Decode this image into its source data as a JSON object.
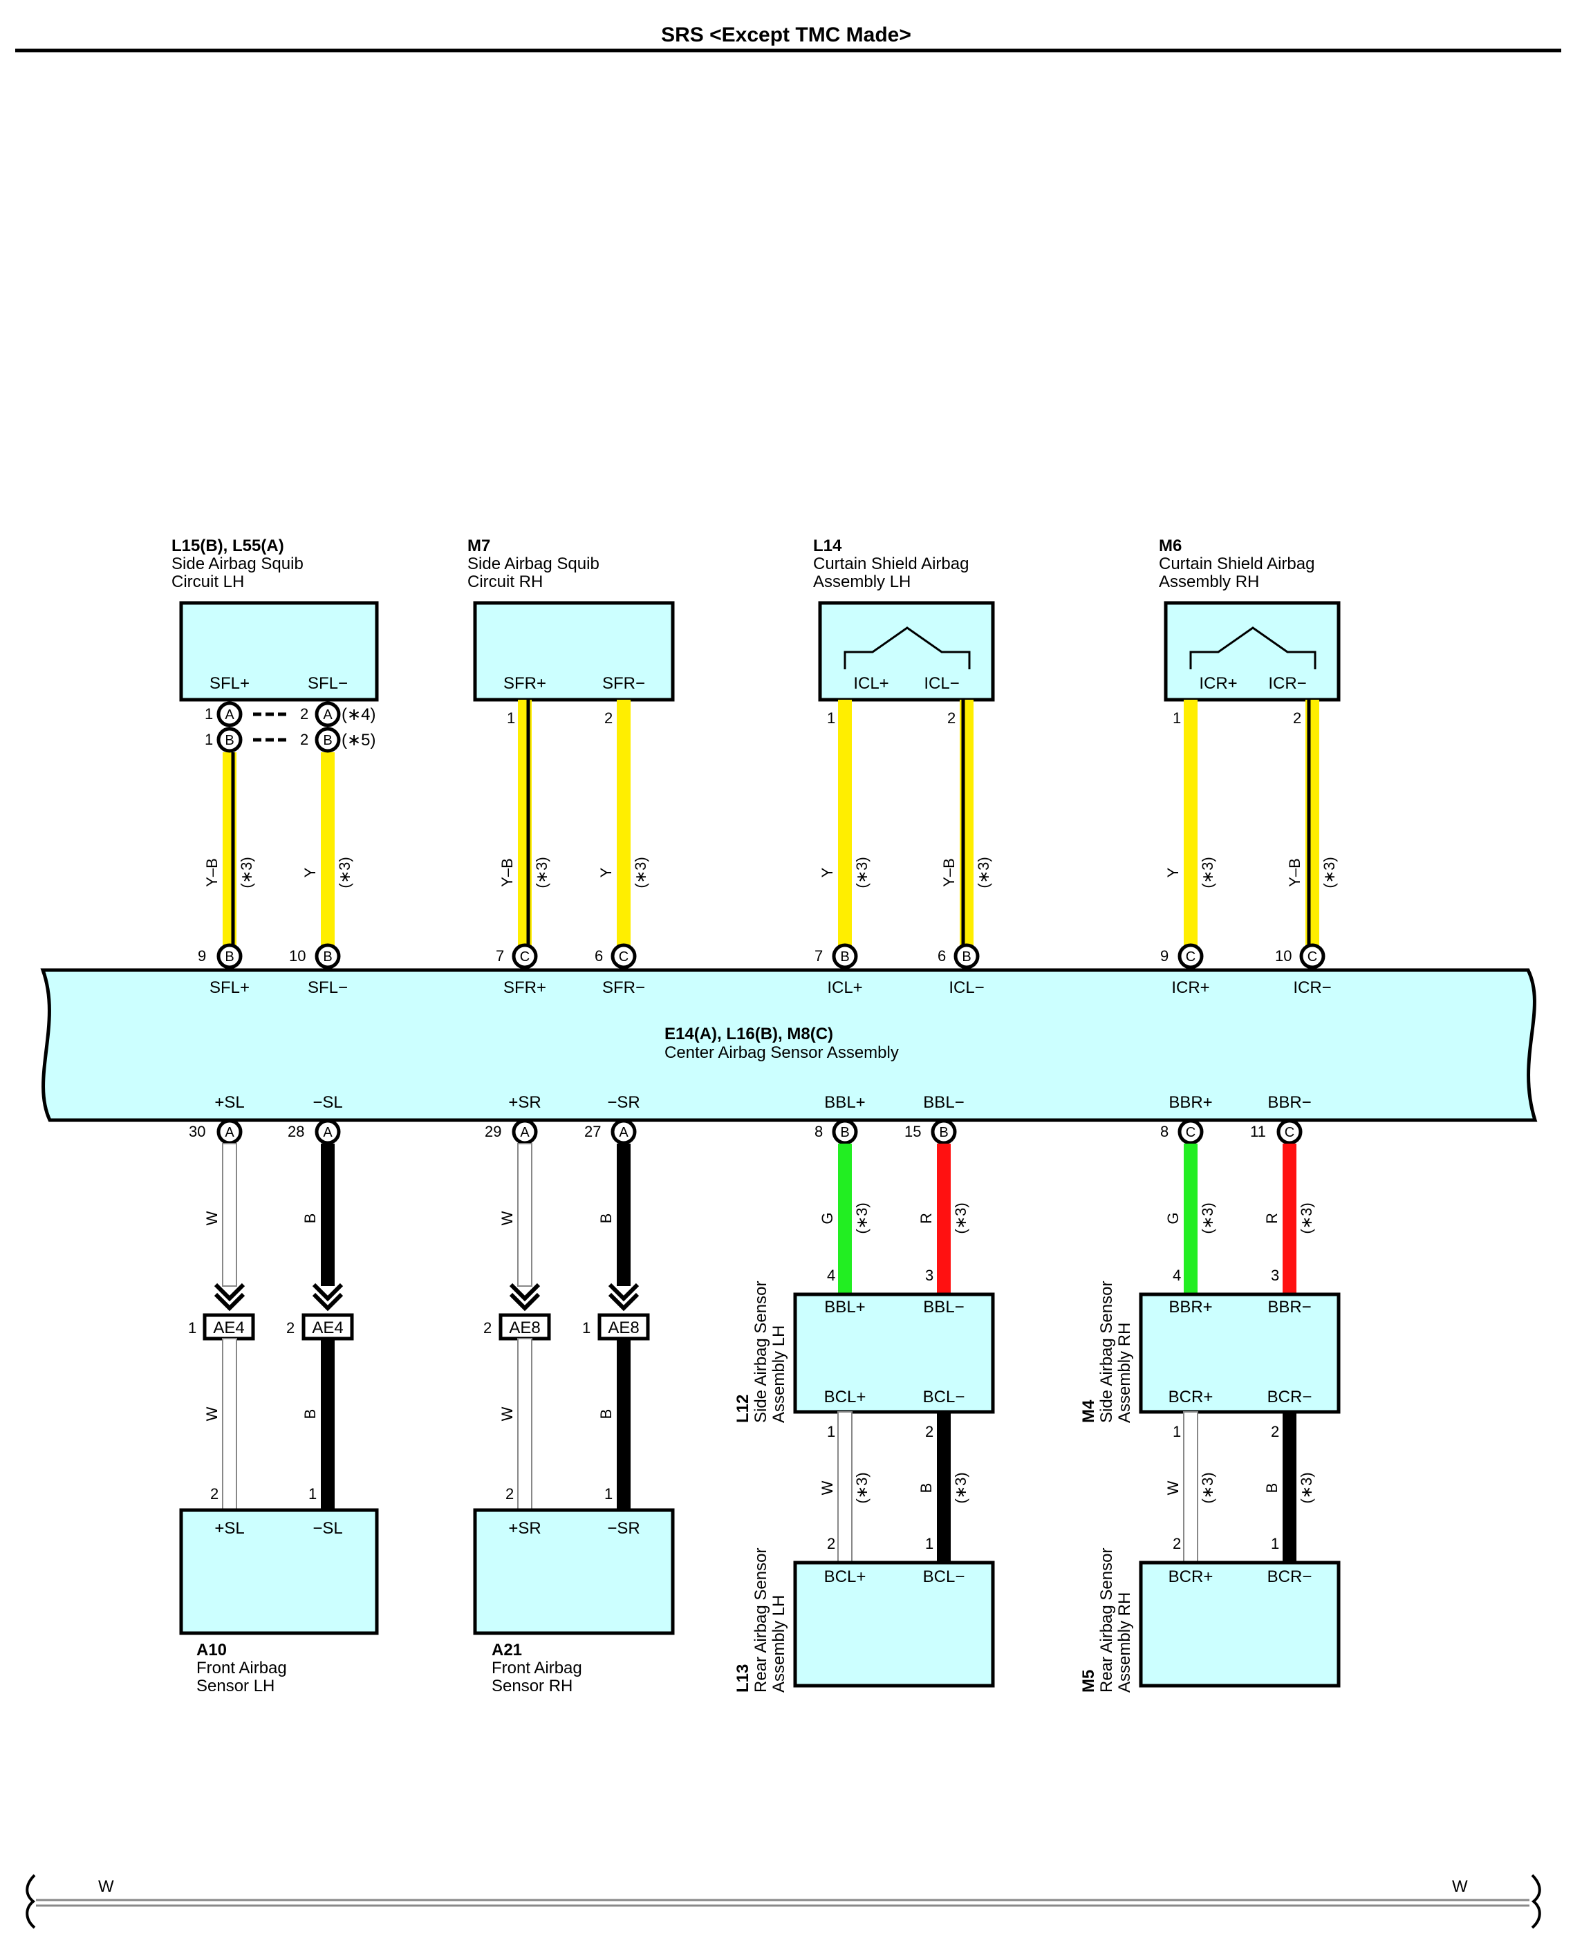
{
  "title": "SRS <Except TMC Made>",
  "colors": {
    "box_fill": "#ccffff",
    "Y": "#ffee00",
    "G": "#22ee22",
    "R": "#ff1111",
    "B": "#000000",
    "W": "#ffffff"
  },
  "center_ecu": {
    "code": "E14(A), L16(B), M8(C)",
    "name": "Center Airbag Sensor Assembly"
  },
  "components": {
    "l15": {
      "code": "L15(B), L55(A)",
      "name1": "Side Airbag Squib",
      "name2": "Circuit LH",
      "t1": "SFL+",
      "t2": "SFL−",
      "pin_a1": "1",
      "pin_a2": "2",
      "pin_b1": "1",
      "pin_b2": "2",
      "note_a": "(∗4)",
      "note_b": "(∗5)"
    },
    "m7": {
      "code": "M7",
      "name1": "Side Airbag Squib",
      "name2": "Circuit RH",
      "t1": "SFR+",
      "t2": "SFR−",
      "p1": "1",
      "p2": "2"
    },
    "l14": {
      "code": "L14",
      "name1": "Curtain Shield Airbag",
      "name2": "Assembly LH",
      "t1": "ICL+",
      "t2": "ICL−",
      "p1": "1",
      "p2": "2"
    },
    "m6": {
      "code": "M6",
      "name1": "Curtain Shield Airbag",
      "name2": "Assembly RH",
      "t1": "ICR+",
      "t2": "ICR−",
      "p1": "1",
      "p2": "2"
    },
    "a10": {
      "code": "A10",
      "name1": "Front Airbag",
      "name2": "Sensor LH",
      "t1": "+SL",
      "t2": "−SL",
      "p1": "2",
      "p2": "1"
    },
    "a21": {
      "code": "A21",
      "name1": "Front Airbag",
      "name2": "Sensor RH",
      "t1": "+SR",
      "t2": "−SR",
      "p1": "2",
      "p2": "1"
    },
    "l12": {
      "code": "L12",
      "name1": "Side Airbag Sensor",
      "name2": "Assembly LH",
      "t1": "BBL+",
      "t2": "BBL−",
      "t3": "BCL+",
      "t4": "BCL−",
      "p_top1": "4",
      "p_top2": "3",
      "p_bot1": "1",
      "p_bot2": "2"
    },
    "l13": {
      "code": "L13",
      "name1": "Rear Airbag Sensor",
      "name2": "Assembly LH",
      "t1": "BCL+",
      "t2": "BCL−",
      "p1": "2",
      "p2": "1"
    },
    "m4": {
      "code": "M4",
      "name1": "Side Airbag Sensor",
      "name2": "Assembly RH",
      "t1": "BBR+",
      "t2": "BBR−",
      "t3": "BCR+",
      "t4": "BCR−",
      "p_top1": "4",
      "p_top2": "3",
      "p_bot1": "1",
      "p_bot2": "2"
    },
    "m5": {
      "code": "M5",
      "name1": "Rear Airbag Sensor",
      "name2": "Assembly RH",
      "t1": "BCR+",
      "t2": "BCR−",
      "p1": "2",
      "p2": "1"
    }
  },
  "ecu_top_terminals": [
    {
      "pin": "9",
      "conn": "B",
      "label": "SFL+"
    },
    {
      "pin": "10",
      "conn": "B",
      "label": "SFL−"
    },
    {
      "pin": "7",
      "conn": "C",
      "label": "SFR+"
    },
    {
      "pin": "6",
      "conn": "C",
      "label": "SFR−"
    },
    {
      "pin": "7",
      "conn": "B",
      "label": "ICL+"
    },
    {
      "pin": "6",
      "conn": "B",
      "label": "ICL−"
    },
    {
      "pin": "9",
      "conn": "C",
      "label": "ICR+"
    },
    {
      "pin": "10",
      "conn": "C",
      "label": "ICR−"
    }
  ],
  "ecu_bottom_terminals": [
    {
      "pin": "30",
      "conn": "A",
      "label": "+SL"
    },
    {
      "pin": "28",
      "conn": "A",
      "label": "−SL"
    },
    {
      "pin": "29",
      "conn": "A",
      "label": "+SR"
    },
    {
      "pin": "27",
      "conn": "A",
      "label": "−SR"
    },
    {
      "pin": "8",
      "conn": "B",
      "label": "BBL+"
    },
    {
      "pin": "15",
      "conn": "B",
      "label": "BBL−"
    },
    {
      "pin": "8",
      "conn": "C",
      "label": "BBR+"
    },
    {
      "pin": "11",
      "conn": "C",
      "label": "BBR−"
    }
  ],
  "top_wires": [
    {
      "color": "Y–B",
      "note": "(∗3)"
    },
    {
      "color": "Y",
      "note": "(∗3)"
    },
    {
      "color": "Y–B",
      "note": "(∗3)"
    },
    {
      "color": "Y",
      "note": "(∗3)"
    },
    {
      "color": "Y",
      "note": "(∗3)"
    },
    {
      "color": "Y–B",
      "note": "(∗3)"
    },
    {
      "color": "Y",
      "note": "(∗3)"
    },
    {
      "color": "Y–B",
      "note": "(∗3)"
    }
  ],
  "bottom_wires": [
    {
      "color": "W"
    },
    {
      "color": "B"
    },
    {
      "color": "W"
    },
    {
      "color": "B"
    },
    {
      "color": "G",
      "note": "(∗3)"
    },
    {
      "color": "R",
      "note": "(∗3)"
    },
    {
      "color": "G",
      "note": "(∗3)"
    },
    {
      "color": "R",
      "note": "(∗3)"
    }
  ],
  "lower_wires": [
    {
      "color": "W"
    },
    {
      "color": "B"
    },
    {
      "color": "W"
    },
    {
      "color": "B"
    },
    {
      "color": "W",
      "note": "(∗3)"
    },
    {
      "color": "B",
      "note": "(∗3)"
    },
    {
      "color": "W",
      "note": "(∗3)"
    },
    {
      "color": "B",
      "note": "(∗3)"
    }
  ],
  "connectors": [
    {
      "pin": "1",
      "label": "AE4"
    },
    {
      "pin": "2",
      "label": "AE4"
    },
    {
      "pin": "2",
      "label": "AE8"
    },
    {
      "pin": "1",
      "label": "AE8"
    }
  ],
  "ground_bus": {
    "left": "W",
    "right": "W"
  }
}
